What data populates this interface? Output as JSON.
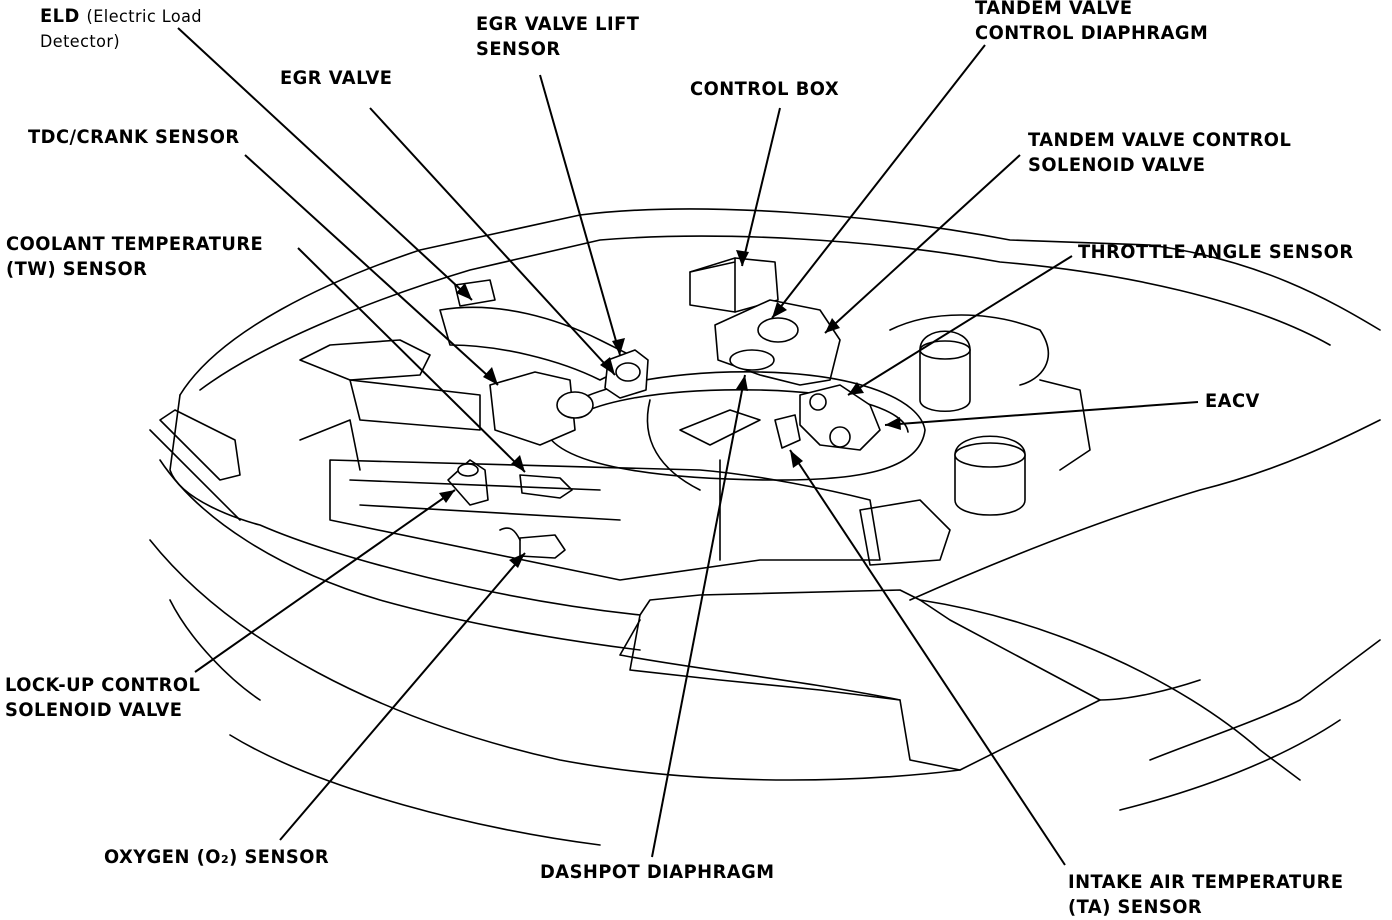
{
  "labels": {
    "eld": {
      "line1": "ELD",
      "line1_paren": "(Electric Load",
      "line2": "Detector)"
    },
    "egr_valve": "EGR VALVE",
    "egr_lift": {
      "line1": "EGR VALVE LIFT",
      "line2": "SENSOR"
    },
    "control_box": "CONTROL BOX",
    "tandem_diaphragm": {
      "line1": "TANDEM VALVE",
      "line2": "CONTROL DIAPHRAGM"
    },
    "tandem_solenoid": {
      "line1": "TANDEM VALVE CONTROL",
      "line2": "SOLENOID VALVE"
    },
    "throttle_angle": "THROTTLE ANGLE SENSOR",
    "eacv": "EACV",
    "tdc_crank": "TDC/CRANK SENSOR",
    "coolant": {
      "line1": "COOLANT TEMPERATURE",
      "line2": "(TW) SENSOR"
    },
    "lockup": {
      "line1": "LOCK-UP CONTROL",
      "line2": "SOLENOID VALVE"
    },
    "oxygen": "OXYGEN (O₂) SENSOR",
    "dashpot": "DASHPOT DIAPHRAGM",
    "intake_air": {
      "line1": "INTAKE AIR TEMPERATURE",
      "line2": "(TA) SENSOR"
    }
  },
  "colors": {
    "ink": "#000000",
    "paper": "#ffffff"
  }
}
